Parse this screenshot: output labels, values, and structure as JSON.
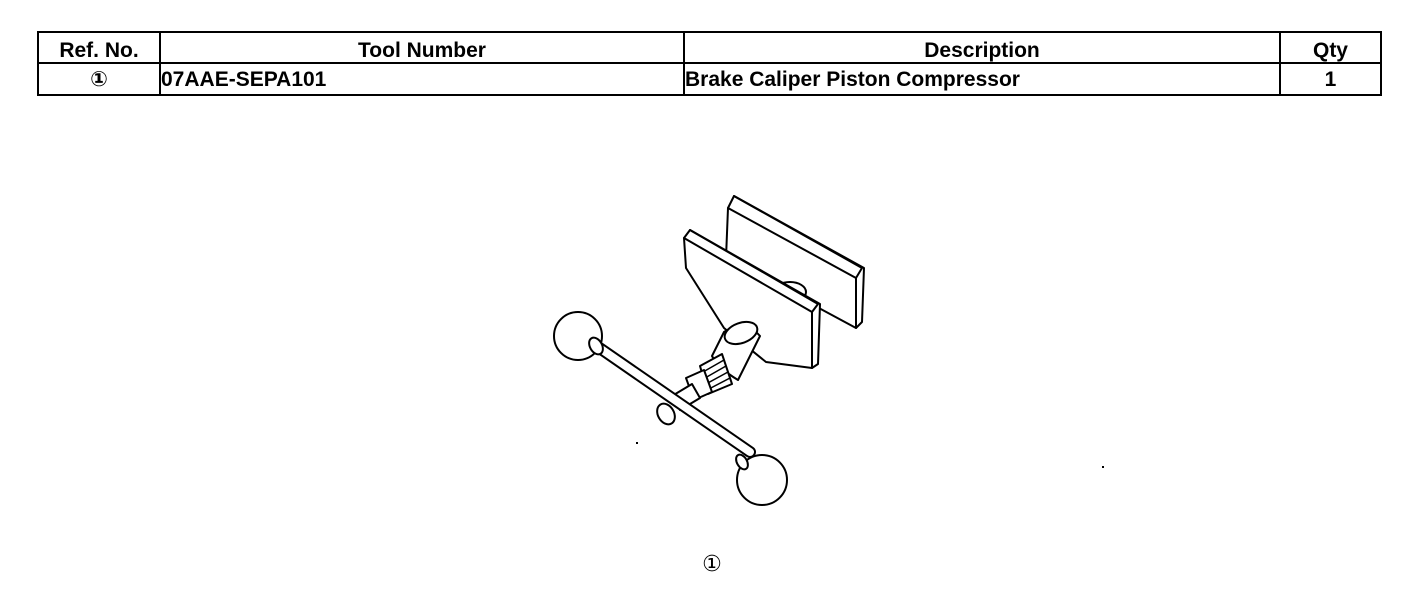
{
  "table": {
    "headers": {
      "ref_no": "Ref. No.",
      "tool_number": "Tool Number",
      "description": "Description",
      "qty": "Qty"
    },
    "rows": [
      {
        "ref_no": "①",
        "tool_number": "07AAE-SEPA101",
        "description": "Brake Caliper Piston Compressor",
        "qty": "1"
      }
    ]
  },
  "figure": {
    "label": "①",
    "icon": "brake-caliper-piston-compressor-icon"
  }
}
